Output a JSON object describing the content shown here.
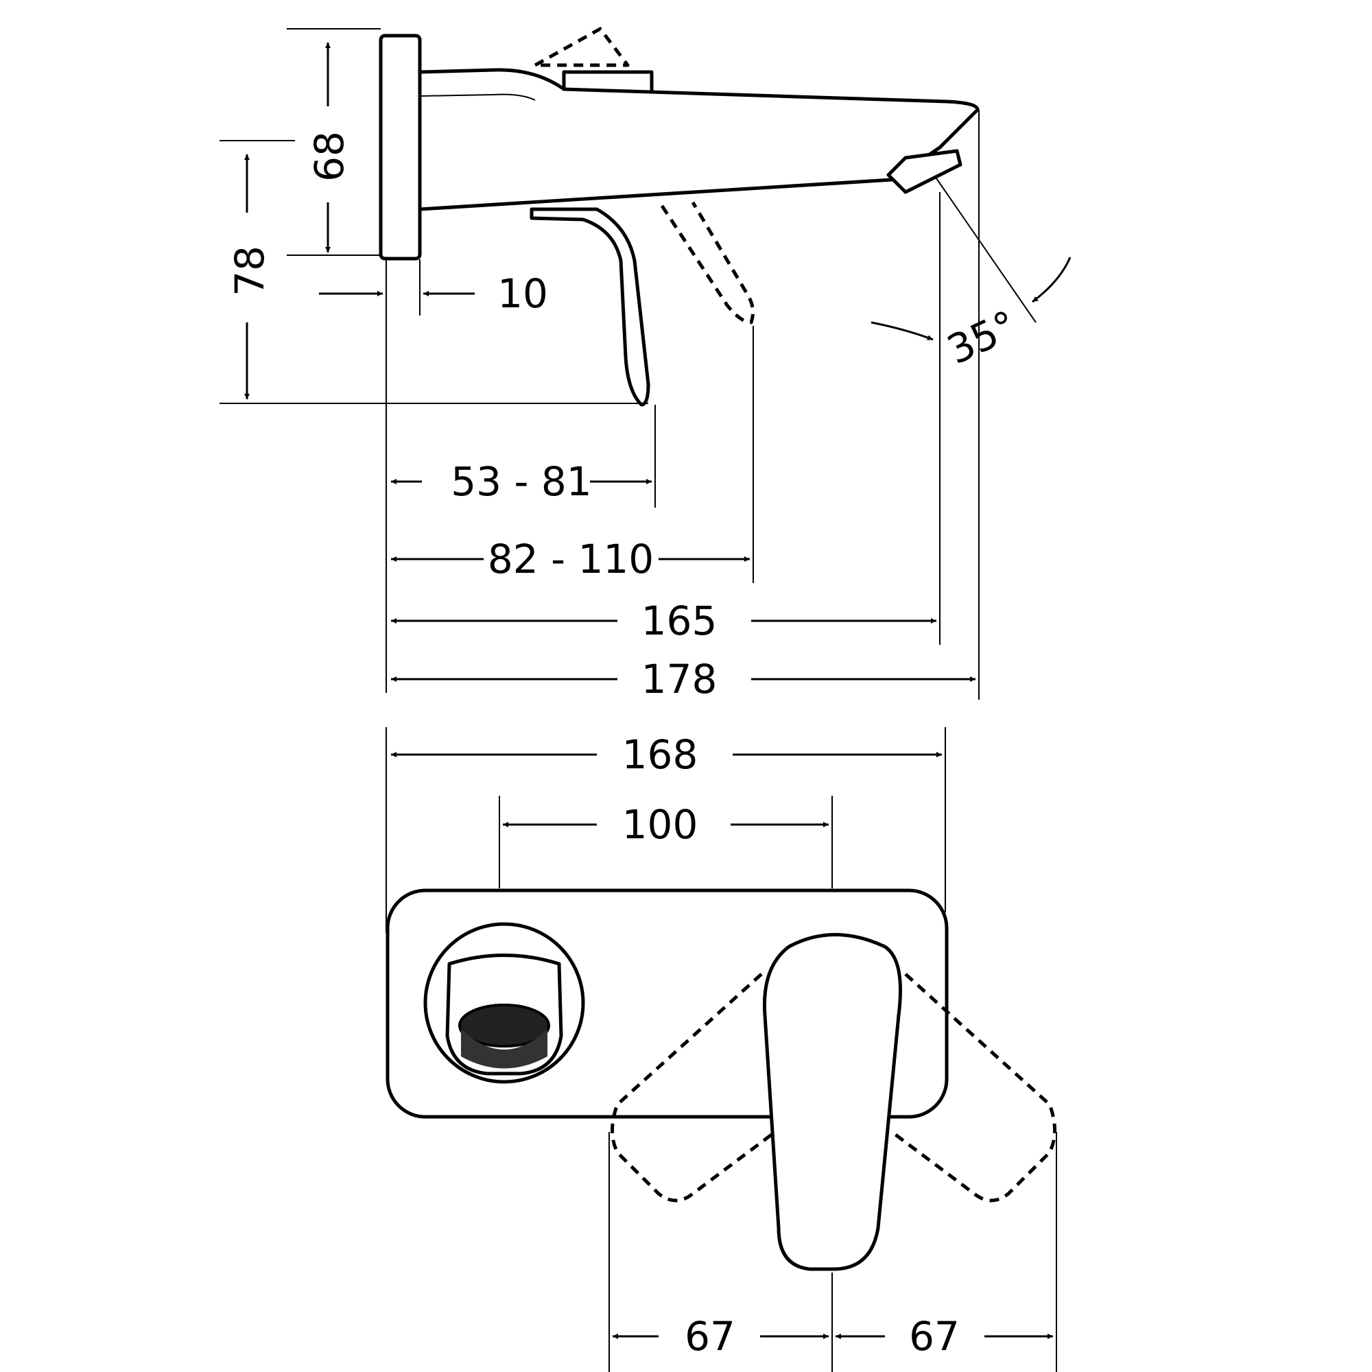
{
  "drawing": {
    "side_view": {
      "dim_68": "68",
      "dim_78": "78",
      "dim_10": "10",
      "dim_35deg": "35°",
      "dim_53_81": "53 - 81",
      "dim_82_110": "82 - 110",
      "dim_165": "165",
      "dim_178": "178"
    },
    "front_view": {
      "dim_168": "168",
      "dim_100": "100",
      "dim_67_left": "67",
      "dim_67_right": "67"
    }
  }
}
